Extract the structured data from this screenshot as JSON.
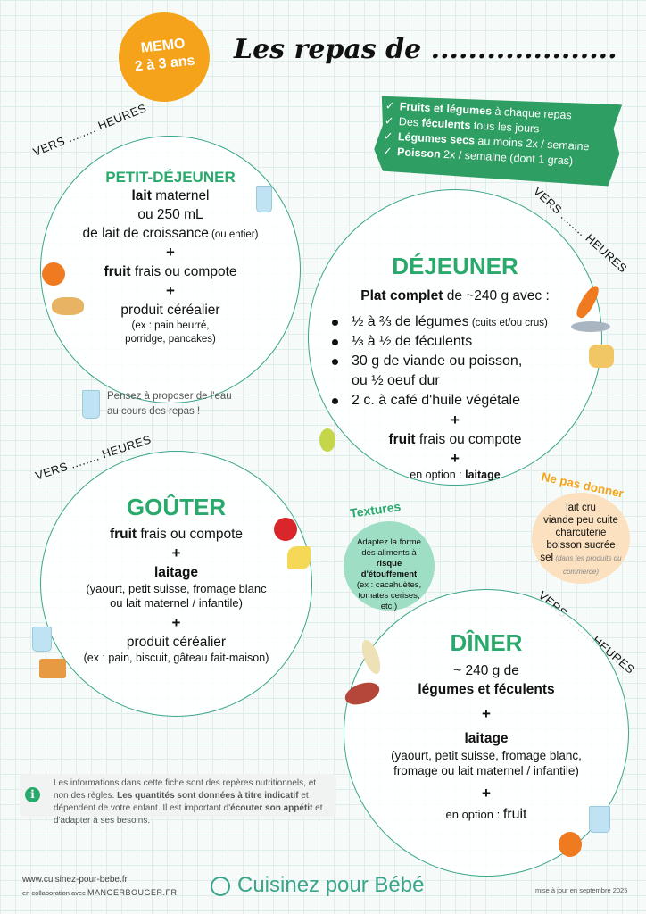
{
  "memo": {
    "line1": "MEMO",
    "line2": "2 à 3 ans"
  },
  "title": "Les repas de ....................",
  "banner": [
    {
      "bold": "Fruits et légumes",
      "rest": " à chaque repas",
      "pre": ""
    },
    {
      "pre": "Des ",
      "bold": "féculents",
      "rest": " tous les jours"
    },
    {
      "pre": "",
      "bold": "Légumes secs",
      "rest": " au moins 2x / semaine"
    },
    {
      "pre": "",
      "bold": "Poisson",
      "rest": " 2x / semaine (dont 1 gras)"
    }
  ],
  "vers": "VERS ........ HEURES",
  "petit_dej": {
    "title": "PETIT-DÉJEUNER",
    "l1b": "lait",
    "l1": " maternel",
    "l2": "ou 250 mL",
    "l3": "de lait de croissance",
    "l3s": " (ou entier)",
    "plus": "+",
    "l4b": "fruit",
    "l4": " frais ou compote",
    "l5": "produit céréalier",
    "l6": "(ex : pain beurré,",
    "l7": "porridge, pancakes)"
  },
  "tip": "Pensez à proposer de l'eau au cours des repas !",
  "dejeuner": {
    "title": "DÉJEUNER",
    "introb": "Plat complet",
    "intro": " de ~240 g avec :",
    "items": [
      "½ à ⅔ de légumes",
      "⅓ à ½ de féculents",
      "30 g de viande ou poisson,",
      "2 c. à café d'huile végétale"
    ],
    "item1s": " (cuits et/ou crus)",
    "item3b": "ou ½ oeuf dur",
    "plus": "+",
    "fruitb": "fruit",
    "fruit": " frais ou compote",
    "opt": "en option : ",
    "optb": "laitage"
  },
  "gouter": {
    "title": "GOÛTER",
    "l1b": "fruit",
    "l1": " frais ou compote",
    "plus": "+",
    "l2": "laitage",
    "l3": "(yaourt, petit suisse, fromage blanc",
    "l4": "ou lait maternel / infantile)",
    "l5": "produit céréalier",
    "l6": "(ex : pain, biscuit, gâteau fait-maison)"
  },
  "textures": {
    "title": "Textures",
    "l1": "Adaptez la forme des aliments à",
    "b": "risque d'étouffement",
    "l2": "(ex : cacahuètes, tomates cerises, etc.)"
  },
  "nepas": {
    "title": "Ne pas donner",
    "items": [
      "lait cru",
      "viande peu cuite",
      "charcuterie",
      "boisson sucrée"
    ],
    "sel": "sel",
    "sel_note": " (dans les produits du commerce)"
  },
  "diner": {
    "title": "DÎNER",
    "l1": "~ 240 g de",
    "l2": "légumes et féculents",
    "plus": "+",
    "l3": "laitage",
    "l4": "(yaourt, petit suisse, fromage blanc,",
    "l5": "fromage ou lait maternel / infantile)",
    "opt": "en option : ",
    "optv": "fruit"
  },
  "info": {
    "p1": "Les informations dans cette fiche sont des repères nutritionnels, et non des règles. ",
    "b1": "Les quantités sont données à titre indicatif",
    "p2": " et dépendent de votre enfant. Il est important d'",
    "b2": "écouter son appétit",
    "p3": " et d'adapter à ses besoins."
  },
  "footer": {
    "url": "www.cuisinez-pour-bebe.fr",
    "collab": "en collaboration avec",
    "partner": "MANGERBOUGER.FR",
    "brand": "Cuisinez pour Bébé",
    "updated": "mise à jour en septembre 2025"
  }
}
